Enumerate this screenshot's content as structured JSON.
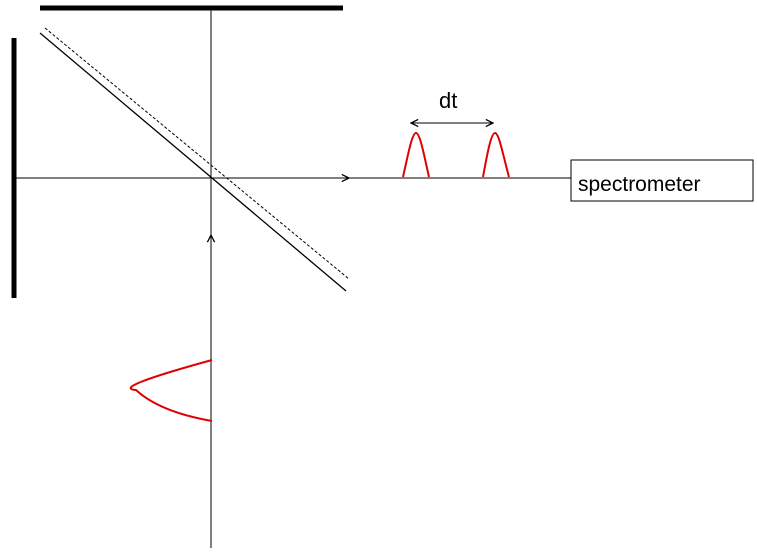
{
  "labels": {
    "delay": "dt",
    "detector": "spectrometer"
  },
  "colors": {
    "pulse": "#e00000",
    "optics": "#000000",
    "background": "#ffffff"
  },
  "components": {
    "mirrors": [
      "top-mirror",
      "left-mirror"
    ],
    "beamsplitter": "beamsplitter",
    "pulses": [
      "input-pulse",
      "output-pulse-1",
      "output-pulse-2"
    ]
  }
}
